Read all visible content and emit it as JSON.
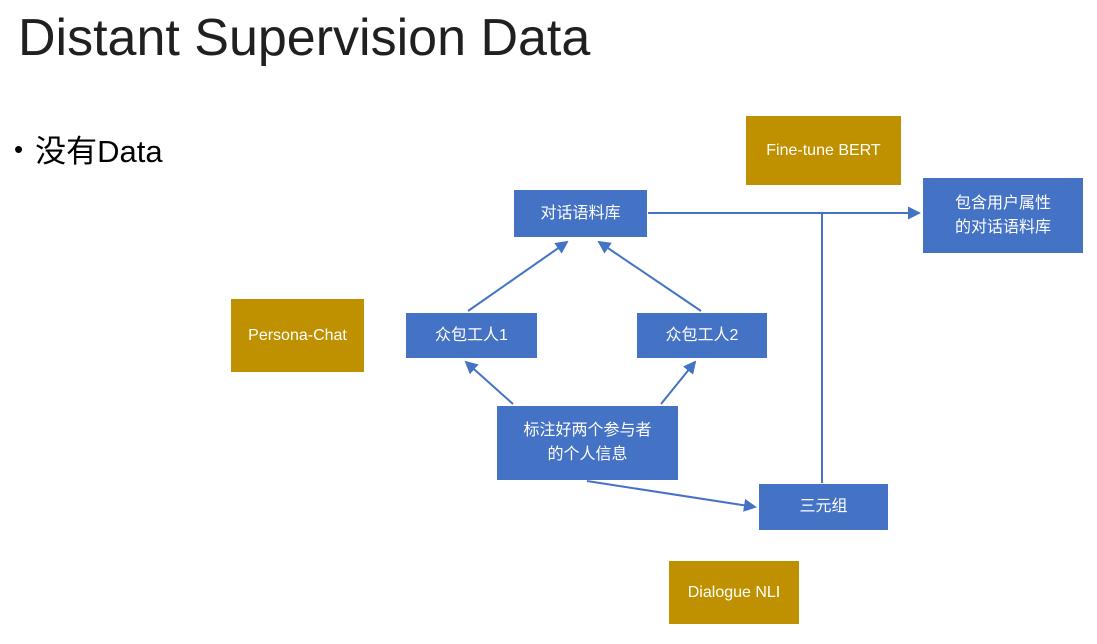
{
  "slide": {
    "title": "Distant Supervision Data",
    "bullet_marker": "•",
    "bullet": "没有Data"
  },
  "colors": {
    "node_blue": "#4472C4",
    "node_gold": "#BF9000",
    "connector": "#4472C4",
    "title_text": "#202020",
    "node_text": "#FFFFFF"
  },
  "nodes": {
    "fine_tune_bert": {
      "label": "Fine-tune BERT",
      "type": "gold"
    },
    "dialogue_corpus": {
      "label": "对话语料库",
      "type": "blue"
    },
    "user_attr_corpus": {
      "label": "包含用户属性\n的对话语料库",
      "type": "blue"
    },
    "persona_chat": {
      "label": "Persona-Chat",
      "type": "gold"
    },
    "worker1": {
      "label": "众包工人1",
      "type": "blue"
    },
    "worker2": {
      "label": "众包工人2",
      "type": "blue"
    },
    "annotated_info": {
      "label": "标注好两个参与者\n的个人信息",
      "type": "blue"
    },
    "triple": {
      "label": "三元组",
      "type": "blue"
    },
    "dialogue_nli": {
      "label": "Dialogue NLI",
      "type": "gold"
    }
  },
  "connectors": [
    {
      "from": "worker1",
      "to": "dialogue_corpus",
      "arrow": true
    },
    {
      "from": "worker2",
      "to": "dialogue_corpus",
      "arrow": true
    },
    {
      "from": "annotated_info",
      "to": "worker1",
      "arrow": true
    },
    {
      "from": "annotated_info",
      "to": "worker2",
      "arrow": true
    },
    {
      "from": "annotated_info",
      "to": "triple",
      "arrow": true
    },
    {
      "from": "dialogue_corpus",
      "to": "user_attr_corpus",
      "arrow": true
    },
    {
      "from": "triple",
      "to": "corpus-to-user-attr-line",
      "arrow": false
    }
  ]
}
